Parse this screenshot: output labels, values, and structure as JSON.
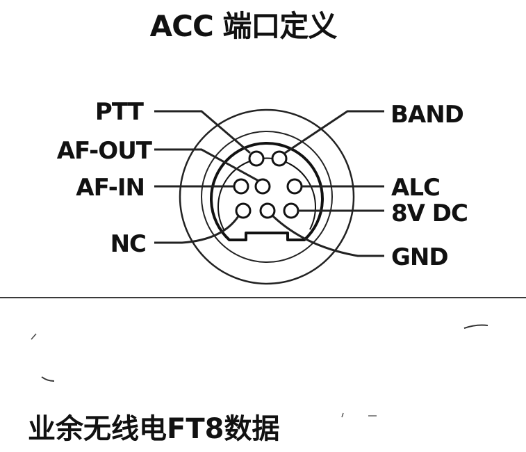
{
  "title": "ACC 端口定义",
  "pins": {
    "ptt": "PTT",
    "af_out": "AF-OUT",
    "af_in": "AF-IN",
    "nc": "NC",
    "band": "BAND",
    "alc": "ALC",
    "dc8v": "8V DC",
    "gnd": "GND"
  },
  "caption": "业余无线电FT8数据"
}
